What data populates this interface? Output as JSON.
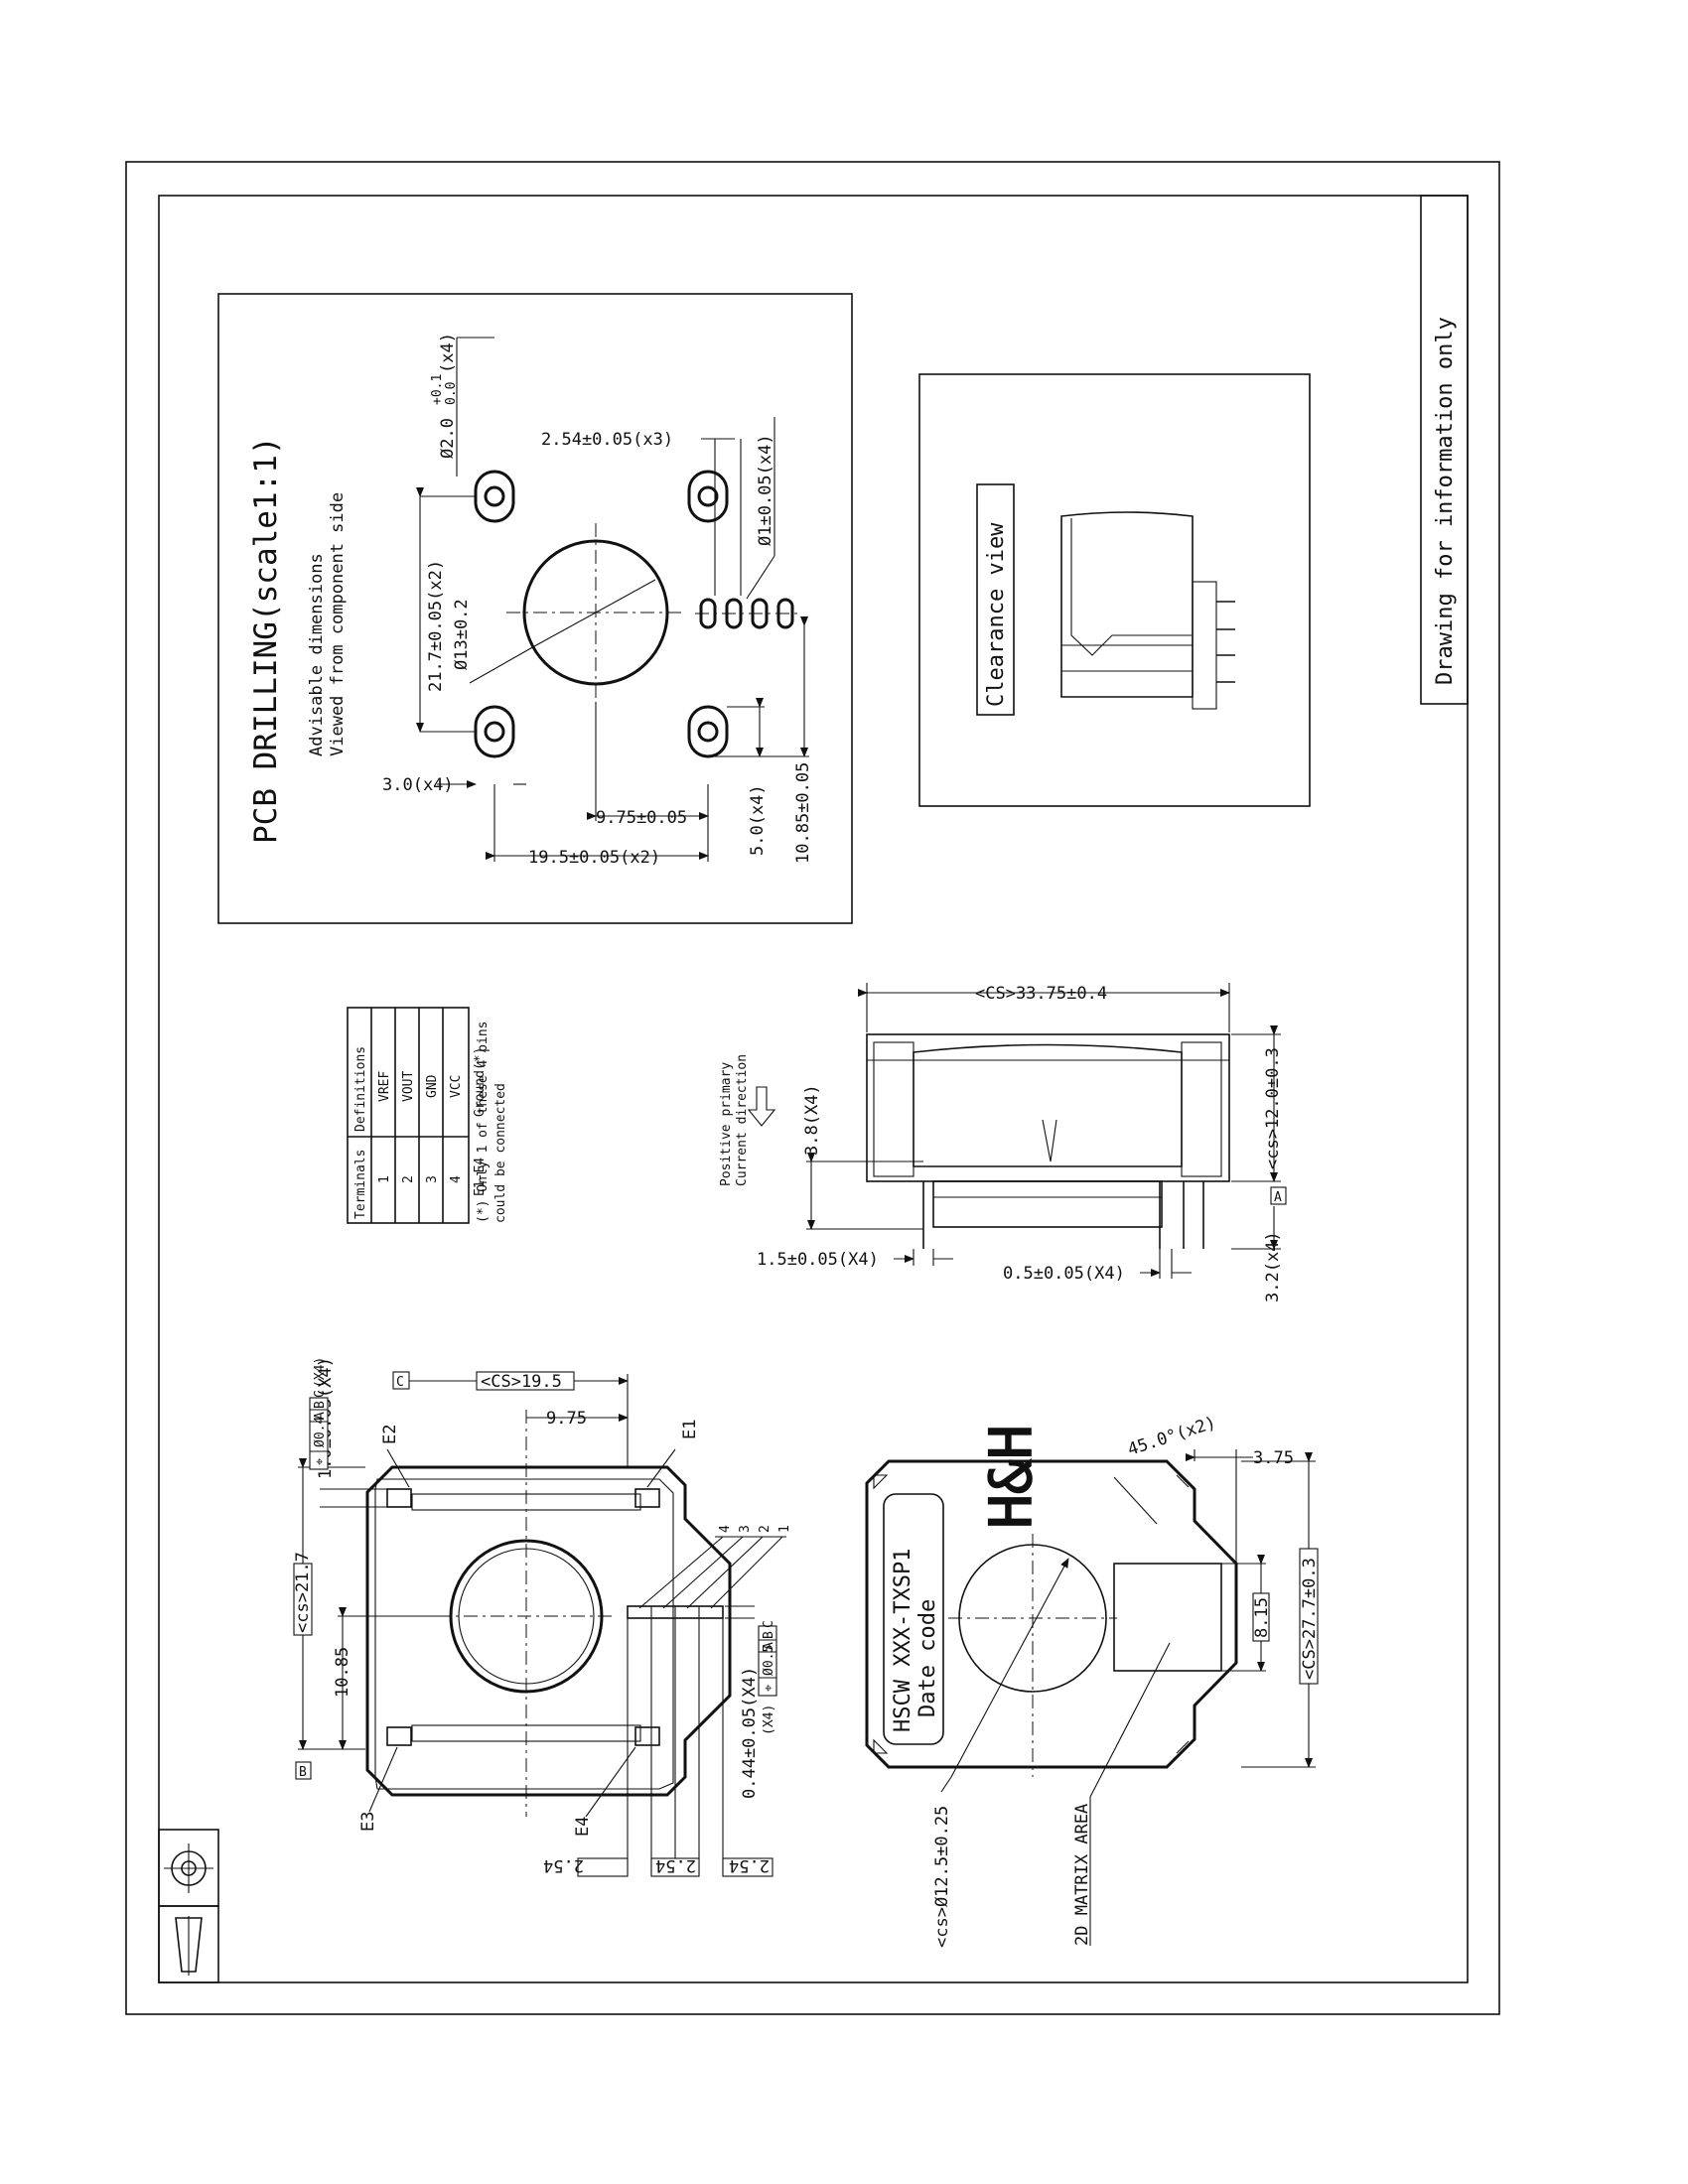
{
  "notice": "Drawing for information only",
  "pcb_drilling": {
    "title": "PCB DRILLING(scale1:1)",
    "subtitle_1": "Advisable dimensions",
    "subtitle_2": "Viewed from component side",
    "dims": {
      "mount_hole": "Ø2.0",
      "mount_hole_tol_plus": "+0.1",
      "mount_hole_tol_minus": "0.0",
      "mount_hole_count": "(x4)",
      "pin_pitch": "2.54±0.05(x3)",
      "pin_hole": "Ø1±0.05(x4)",
      "aperture": "Ø13±0.2",
      "slot_length": "3.0(x4)",
      "hole_spacing_y": "21.7±0.05(x2)",
      "center_offset": "9.75±0.05",
      "hole_spacing_x": "19.5±0.05(x2)",
      "slot_width": "5.0(x4)",
      "pin_offset": "10.85±0.05"
    }
  },
  "clearance_view": {
    "label": "Clearance view"
  },
  "terminals_table": {
    "headers": [
      "Terminals",
      "Definitions"
    ],
    "rows": [
      [
        "1",
        "VREF"
      ],
      [
        "2",
        "VOUT"
      ],
      [
        "3",
        "GND"
      ],
      [
        "4",
        "VCC"
      ],
      [
        "E1-E4",
        "Ground(*)"
      ]
    ],
    "note_1": "(*) Only 1 of these 4 pins",
    "note_2": "could be connected"
  },
  "side_view": {
    "width": "<CS>33.75±0.4",
    "height": "<cs>12.0±0.3",
    "pin_pitch": "3.8(X4)",
    "pin_width": "1.5±0.05(X4)",
    "pin_thickness": "0.5±0.05(X4)",
    "pin_length": "3.2(x4)",
    "datum": "A",
    "current_note_1": "Positive primary",
    "current_note_2": "Current direction"
  },
  "bottom_view": {
    "overall_width": "<CS>19.5",
    "half_width": "9.75",
    "overall_height": "<cs>21.7",
    "half_height": "10.85",
    "e_pin_dim": "1.0±0.05(X4)",
    "signal_pin_dim": "0.44±0.05(X4)",
    "pitch": "2.54",
    "fcf_top_symbol": "⌖",
    "fcf_top_tol": "Ø0.4",
    "fcf_bottom_tol": "Ø0.5",
    "fcf_datum_a": "A",
    "fcf_datum_b": "B",
    "fcf_datum_c": "C",
    "fcf_count": "(X4)",
    "datum_b": "B",
    "datum_c": "C",
    "pins": [
      "E1",
      "E2",
      "E3",
      "E4"
    ],
    "pin_numbers": [
      "1",
      "2",
      "3",
      "4"
    ]
  },
  "top_view": {
    "brand": "H&H",
    "part_line_1": "HSCW XXX-TXSP1",
    "part_line_2": "Date code",
    "angle": "45.0°(x2)",
    "corner": "3.75",
    "matrix_size": "8.15",
    "height": "<CS>27.7±0.3",
    "aperture": "<cs>Ø12.5±0.25",
    "matrix_label": "2D MATRIX AREA"
  }
}
